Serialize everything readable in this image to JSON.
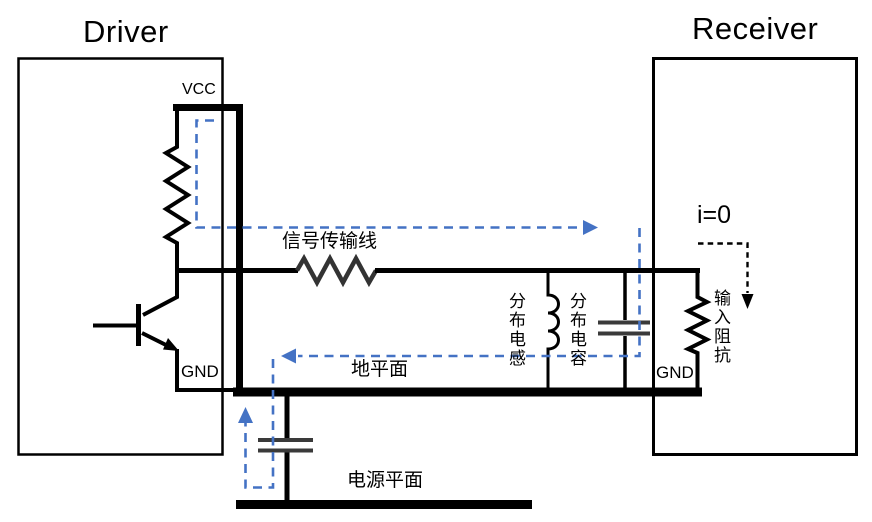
{
  "colors": {
    "line": "#000000",
    "signal_path_blue": "#4472C4",
    "component_gray": "#3a3a3a",
    "background": "#ffffff"
  },
  "driver": {
    "title": "Driver",
    "vcc": "VCC",
    "gnd": "GND"
  },
  "receiver": {
    "title": "Receiver",
    "gnd": "GND",
    "current": "i=0",
    "input_impedance": "输入阻抗"
  },
  "labels": {
    "transmission_line": "信号传输线",
    "ground_plane": "地平面",
    "power_plane": "电源平面",
    "distributed_inductance": "分布电感",
    "distributed_capacitance": "分布电容"
  }
}
